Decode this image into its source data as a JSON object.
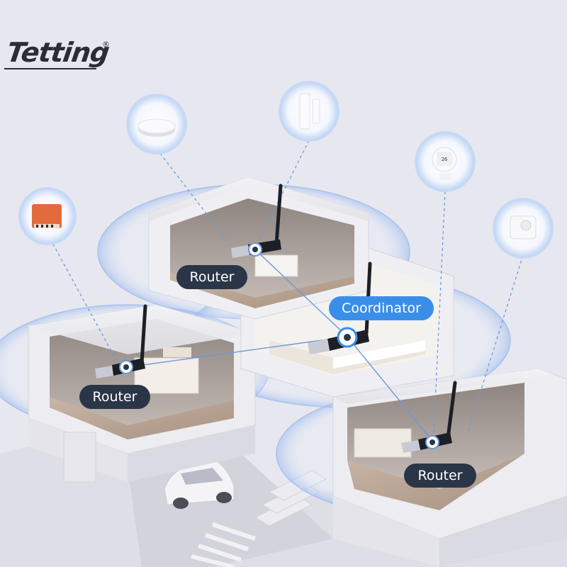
{
  "brand": {
    "name": "Tetting",
    "trademark": "®"
  },
  "labels": {
    "router_top": "Router",
    "coordinator": "Coordinator",
    "router_left": "Router",
    "router_bottom": "Router"
  },
  "device_bubbles": [
    {
      "name": "wall-switch-module-icon",
      "device": "relay switch module"
    },
    {
      "name": "hub-puck-icon",
      "device": "round hub"
    },
    {
      "name": "door-sensor-icon",
      "device": "door/window contact sensor"
    },
    {
      "name": "thermostat-display-icon",
      "device": "temperature/humidity display"
    },
    {
      "name": "motion-sensor-icon",
      "device": "motion sensor"
    }
  ],
  "colors": {
    "background": "#e7e8ef",
    "router_pill": "#2b3548",
    "coordinator_pill": "#3a8ee8",
    "signal_line": "#5b8fe0",
    "bubble_glow": "#c9d9f5"
  }
}
